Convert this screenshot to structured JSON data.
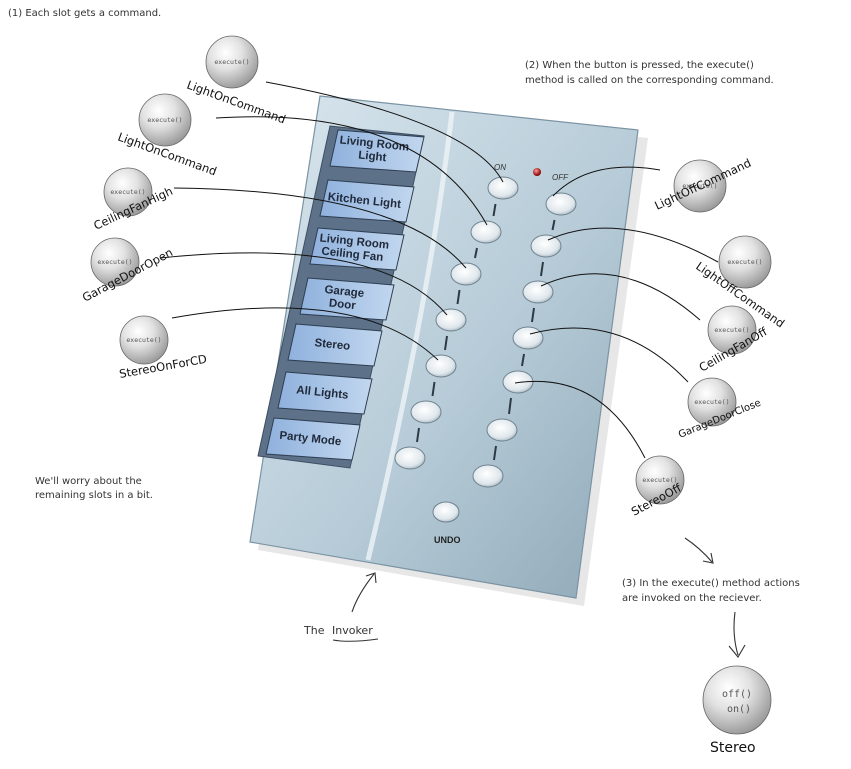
{
  "notes": {
    "each_slot": "(1) Each slot gets a command.",
    "button_pressed_1": "(2) When the button is pressed, the execute()",
    "button_pressed_2": "method is called on the corresponding command.",
    "worry_1": "We'll worry about the",
    "worry_2": "remaining slots in a bit.",
    "invoked_1": "(3) In the execute() method actions",
    "invoked_2": "are invoked on the reciever.",
    "invoker_prefix": "The",
    "invoker_word": "Invoker"
  },
  "remote": {
    "on_label": "ON",
    "off_label": "OFF",
    "undo_label": "UNDO",
    "slots": [
      [
        "Living Room",
        "Light"
      ],
      [
        "Kitchen Light"
      ],
      [
        "Living Room",
        "Ceiling Fan"
      ],
      [
        "Garage",
        "Door"
      ],
      [
        "Stereo"
      ],
      [
        "All Lights"
      ],
      [
        "Party Mode"
      ]
    ]
  },
  "commands": [
    {
      "name": "LightOnCommand",
      "method": "execute()"
    },
    {
      "name": "LightOnCommand",
      "method": "execute()"
    },
    {
      "name": "CeilingFanHigh",
      "method": "execute()"
    },
    {
      "name": "GarageDoorOpen",
      "method": "execute()"
    },
    {
      "name": "StereoOnForCD",
      "method": "execute()"
    },
    {
      "name": "LightOffCommand",
      "method": "execute()"
    },
    {
      "name": "LightOffCommand",
      "method": "execute()"
    },
    {
      "name": "CeilingFanOff",
      "method": "execute()"
    },
    {
      "name": "GarageDoorClose",
      "method": "execute()"
    },
    {
      "name": "StereoOff",
      "method": "execute()"
    }
  ],
  "receiver": {
    "name": "Stereo",
    "method_1": "off()",
    "method_2": "on()"
  }
}
